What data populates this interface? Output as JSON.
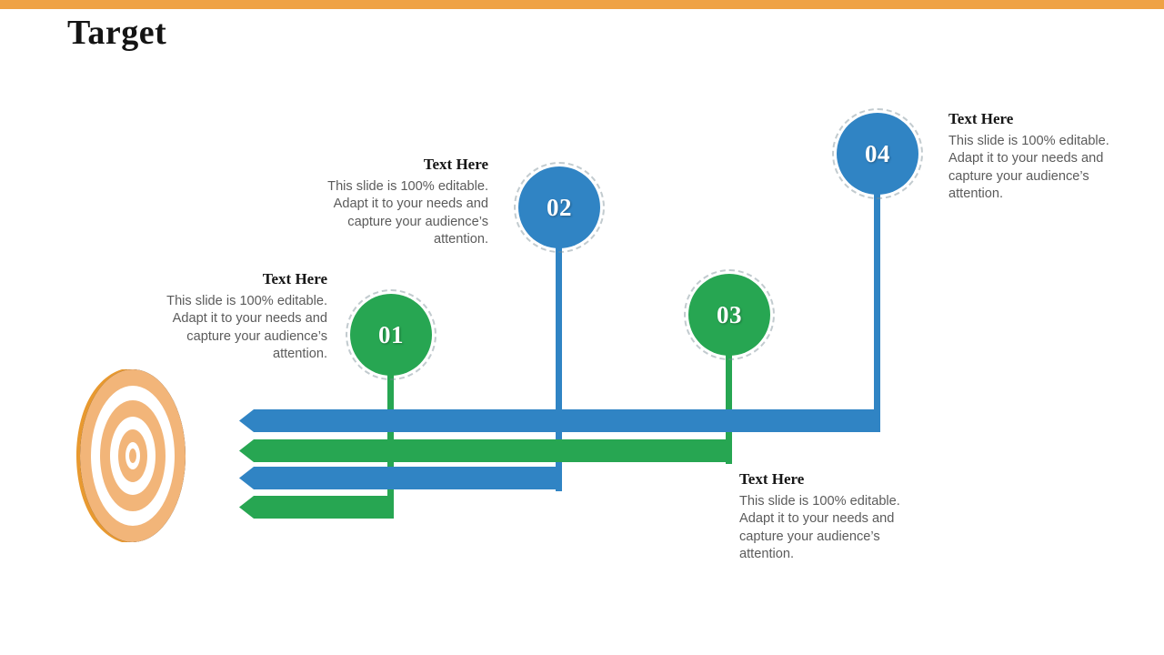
{
  "slide": {
    "title": "Target",
    "accent_bar_color": "#efa244"
  },
  "colors": {
    "blue": "#3084c4",
    "green": "#27a652",
    "orange": "#f0a650",
    "orange_light": "#f5c189",
    "orange_dark": "#e8992f",
    "text_dark": "#161616",
    "text_body": "#5b5b5b"
  },
  "target_icon": {
    "name": "bullseye-target-icon",
    "rings": 3
  },
  "steps": [
    {
      "number": "01",
      "color_key": "green",
      "heading": "Text Here",
      "body": "This slide is 100% editable. Adapt it to your needs and capture your audience’s attention.",
      "align": "right"
    },
    {
      "number": "02",
      "color_key": "blue",
      "heading": "Text Here",
      "body": "This slide is 100% editable. Adapt it to your needs and capture your audience’s attention.",
      "align": "right"
    },
    {
      "number": "03",
      "color_key": "green",
      "heading": "Text Here",
      "body": "This slide is 100% editable. Adapt it to your needs and capture your audience’s attention.",
      "align": "left"
    },
    {
      "number": "04",
      "color_key": "blue",
      "heading": "Text Here",
      "body": "This slide is 100% editable. Adapt it to your needs and capture your audience’s attention.",
      "align": "left"
    }
  ],
  "bars": [
    {
      "name": "arrow-bar-1",
      "color_key": "blue"
    },
    {
      "name": "arrow-bar-2",
      "color_key": "green"
    },
    {
      "name": "arrow-bar-3",
      "color_key": "blue"
    },
    {
      "name": "arrow-bar-4",
      "color_key": "green"
    }
  ]
}
